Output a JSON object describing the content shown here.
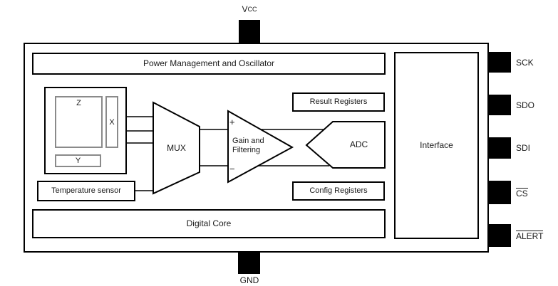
{
  "blocks": {
    "power": "Power Management and Oscillator",
    "digital_core": "Digital Core",
    "interface": "Interface",
    "result_registers": "Result Registers",
    "config_registers": "Config Registers",
    "temperature_sensor": "Temperature sensor",
    "mux": "MUX",
    "adc": "ADC",
    "gain_filtering": "Gain and Filtering",
    "amp_plus": "+",
    "amp_minus": "−",
    "axis_z": "Z",
    "axis_x": "X",
    "axis_y": "Y"
  },
  "pins": {
    "vcc": {
      "base": "V",
      "sub": "CC"
    },
    "gnd": "GND",
    "right": [
      {
        "label": "SCK",
        "overline": false
      },
      {
        "label": "SDO",
        "overline": false
      },
      {
        "label": "SDI",
        "overline": false
      },
      {
        "label": "CS",
        "overline": true
      },
      {
        "label": "ALERT",
        "overline": true
      }
    ]
  },
  "colors": {
    "stroke": "#000000",
    "background": "#ffffff",
    "pin_fill": "#000000",
    "inner_sensor_border": "#8a8a8a"
  }
}
